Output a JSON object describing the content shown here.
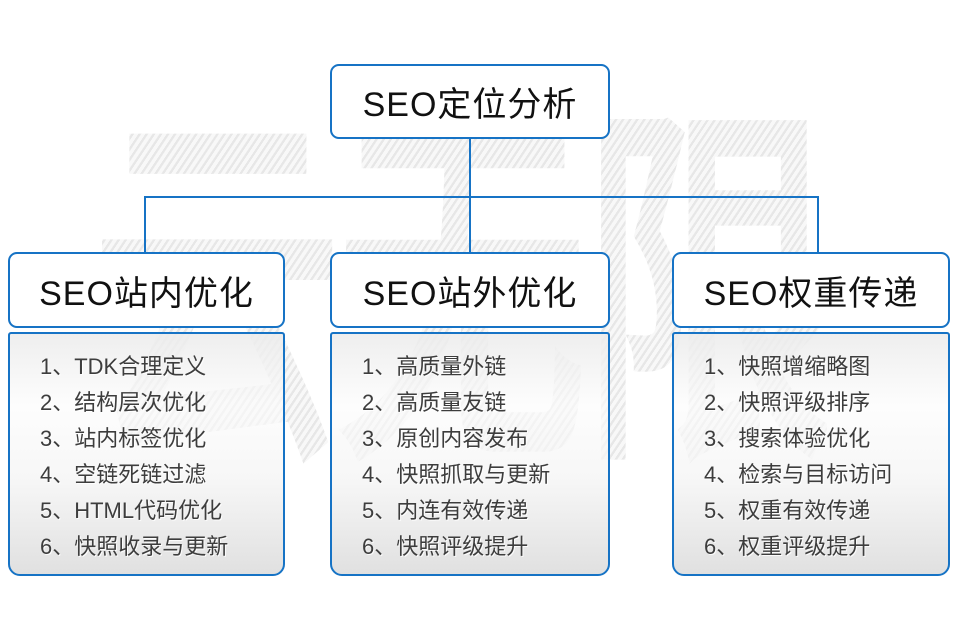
{
  "colors": {
    "accent": "#1673c5",
    "heading_text": "#111111",
    "item_text": "#3d3d3d",
    "watermark": "#ededed",
    "panel_fill_top": "#ececec",
    "panel_fill_bottom": "#dddddd"
  },
  "watermark": {
    "text": "云无限"
  },
  "root": {
    "title": "SEO定位分析"
  },
  "branches": [
    {
      "title": "SEO站内优化",
      "items": [
        "1、TDK合理定义",
        "2、结构层次优化",
        "3、站内标签优化",
        "4、空链死链过滤",
        "5、HTML代码优化",
        "6、快照收录与更新"
      ]
    },
    {
      "title": "SEO站外优化",
      "items": [
        "1、高质量外链",
        "2、高质量友链",
        "3、原创内容发布",
        "4、快照抓取与更新",
        "5、内连有效传递",
        "6、快照评级提升"
      ]
    },
    {
      "title": "SEO权重传递",
      "items": [
        "1、快照增缩略图",
        "2、快照评级排序",
        "3、搜索体验优化",
        "4、检索与目标访问",
        "5、权重有效传递",
        "6、权重评级提升"
      ]
    }
  ]
}
